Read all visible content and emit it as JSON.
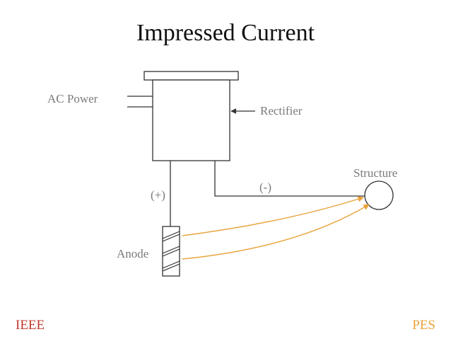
{
  "title": "Impressed Current",
  "labels": {
    "ac_power": "AC Power",
    "rectifier": "Rectifier",
    "structure": "Structure",
    "positive": "(+)",
    "negative": "(-)",
    "anode": "Anode"
  },
  "footer": {
    "left": "IEEE",
    "right": "PES"
  },
  "colors": {
    "left_footer": "#c0392b",
    "right_footer": "#e8a33a",
    "current_arrows": "#e8a33a",
    "wires": "#333333",
    "labels": "#7a7a7a"
  }
}
